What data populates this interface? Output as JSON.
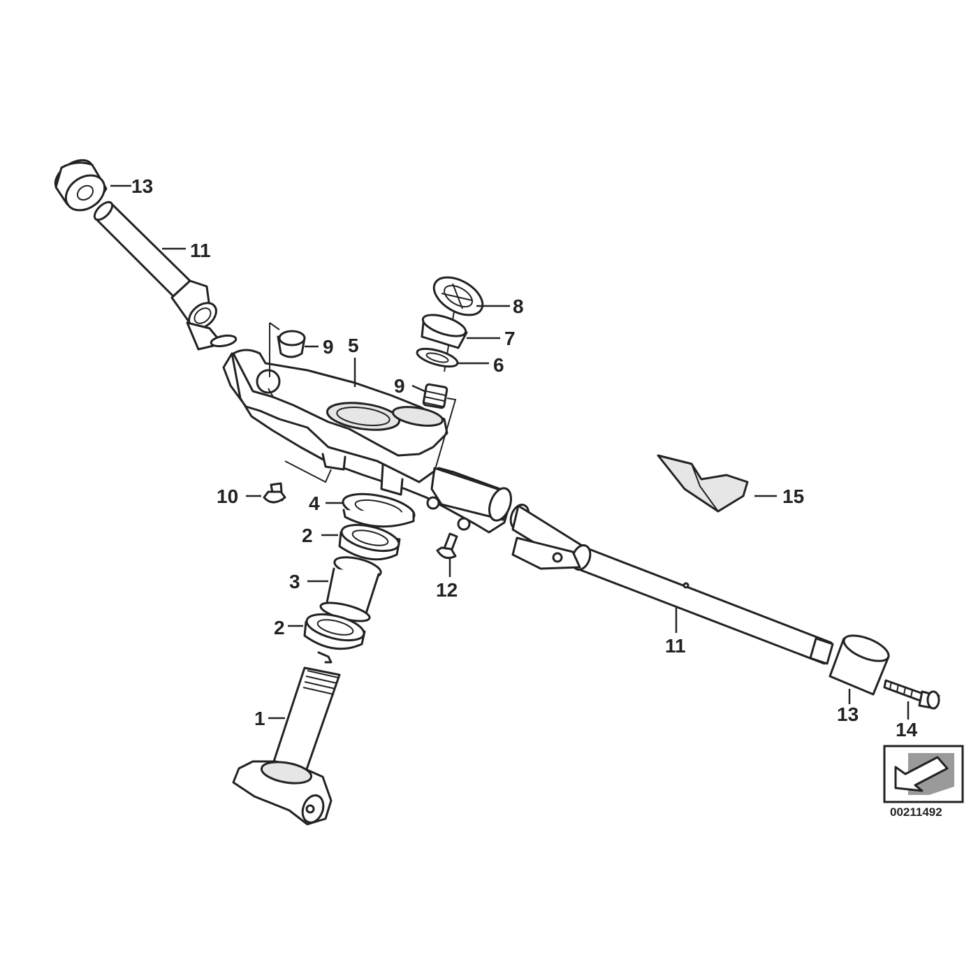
{
  "diagram": {
    "callouts": {
      "c1": "1",
      "c2a": "2",
      "c2b": "2",
      "c3": "3",
      "c4": "4",
      "c5": "5",
      "c6": "6",
      "c7": "7",
      "c8": "8",
      "c9a": "9",
      "c9b": "9",
      "c10": "10",
      "c11a": "11",
      "c11b": "11",
      "c12": "12",
      "c13a": "13",
      "c13b": "13",
      "c14": "14",
      "c15": "15"
    },
    "catalog_number": "00211492",
    "colors": {
      "line": "#222222",
      "background": "#ffffff",
      "shade": "#e6e6e6"
    }
  }
}
